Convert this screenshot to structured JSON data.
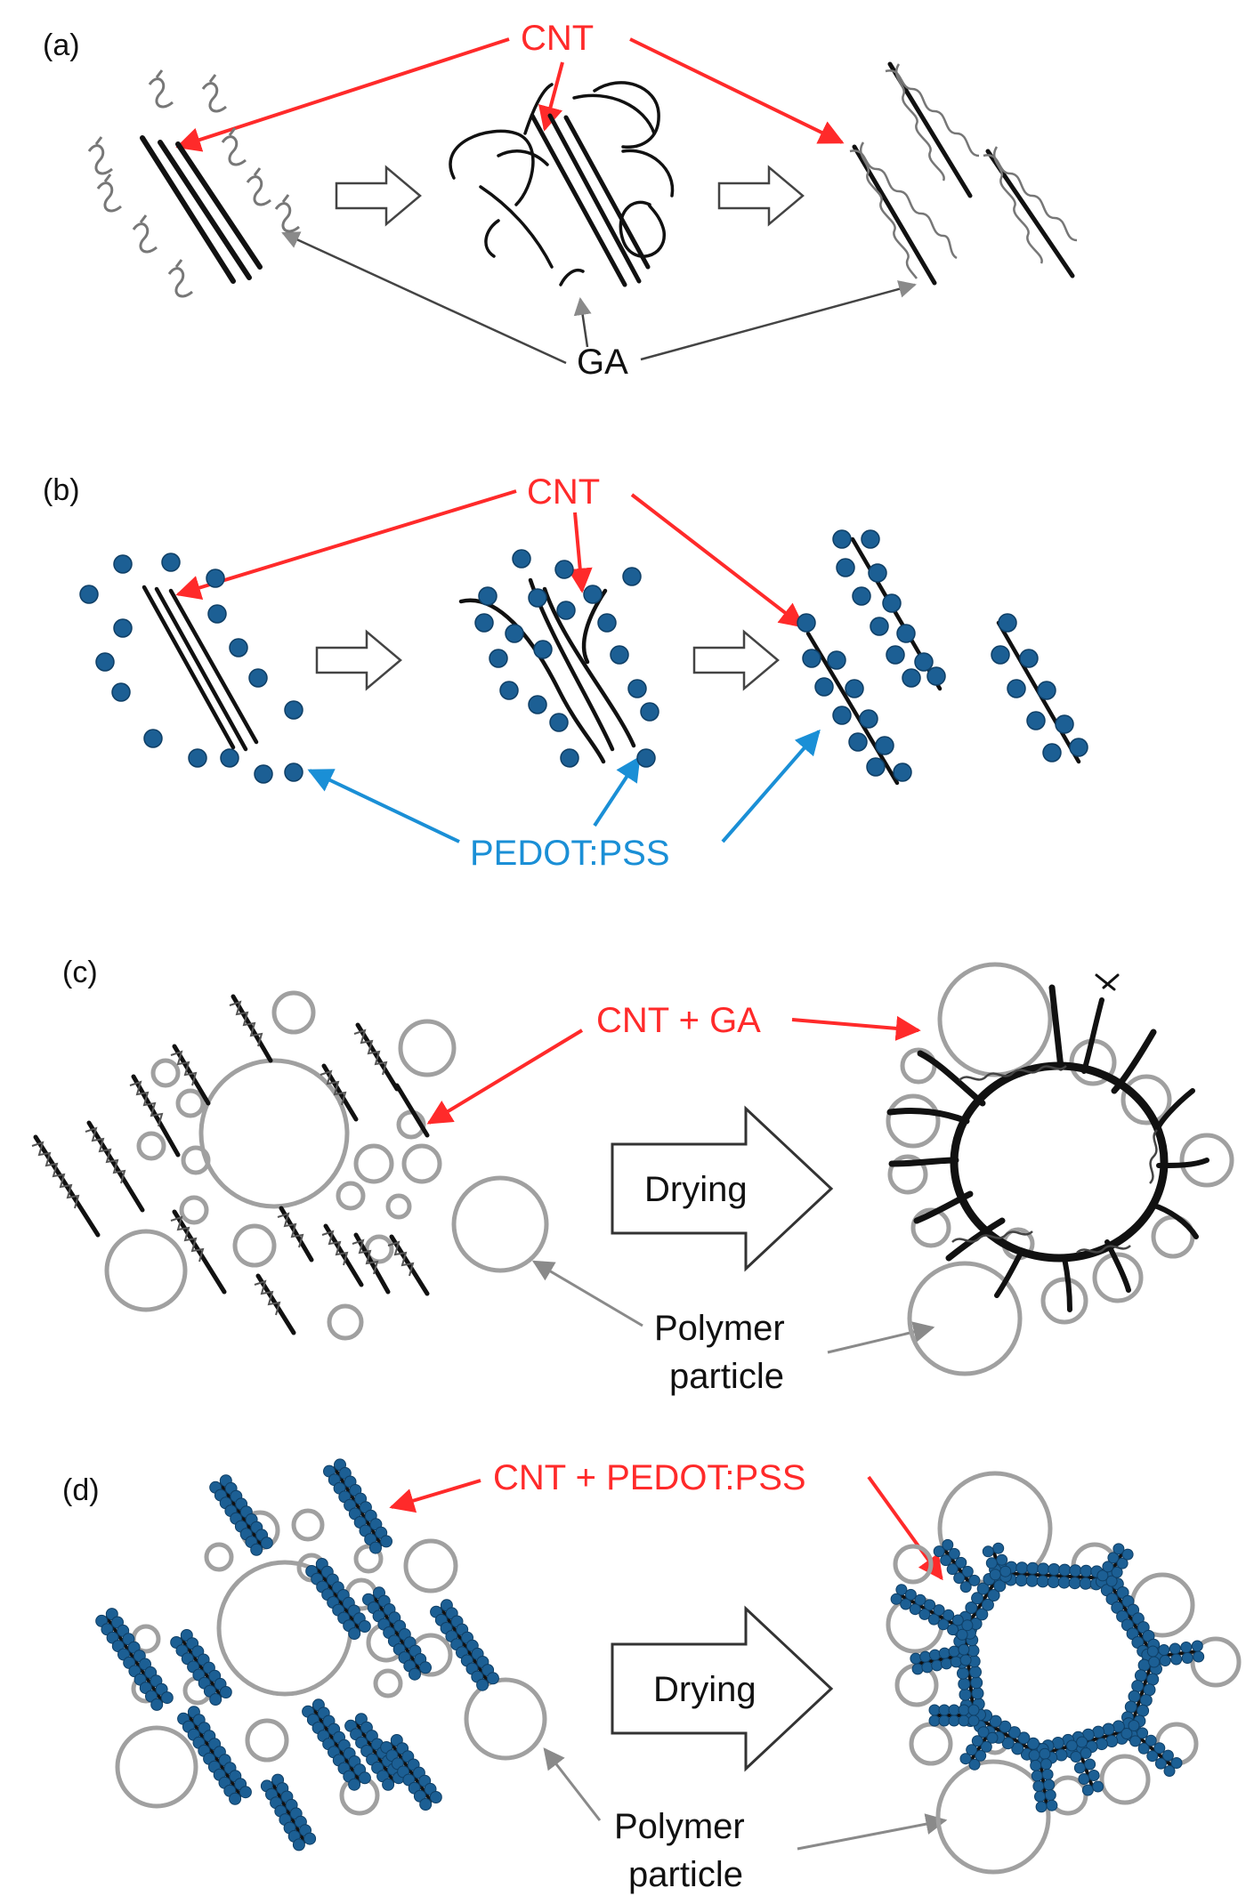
{
  "panels": {
    "a": {
      "letter": "(a)",
      "cnt_label": "CNT",
      "ga_label": "GA"
    },
    "b": {
      "letter": "(b)",
      "cnt_label": "CNT",
      "pedot_label": "PEDOT:PSS"
    },
    "c": {
      "letter": "(c)",
      "cnt_label": "CNT + GA",
      "process_label": "Drying",
      "polymer_label_line1": "Polymer",
      "polymer_label_line2": "particle"
    },
    "d": {
      "letter": "(d)",
      "cnt_label": "CNT + PEDOT:PSS",
      "process_label": "Drying",
      "polymer_label_line1": "Polymer",
      "polymer_label_line2": "particle"
    }
  },
  "colors": {
    "cnt_label": "#ff2a2a",
    "pedot_label": "#1a8fd6",
    "pedot_particle": "#1c5f94",
    "polymer_particle": "#a0a0a0",
    "ga_strand": "#777777",
    "cnt_line": "#111111",
    "label_gray": "#909090"
  }
}
